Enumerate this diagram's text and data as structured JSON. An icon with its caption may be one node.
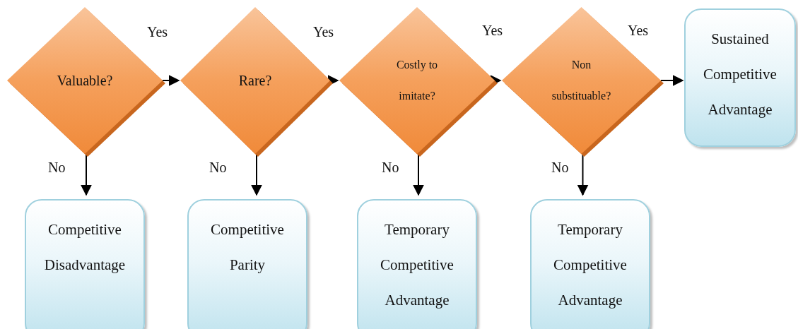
{
  "diagram": {
    "nodes": [
      {
        "text": [
          "Valuable?"
        ]
      },
      {
        "text": [
          "Rare?"
        ]
      },
      {
        "text": [
          "Costly to imitate?"
        ]
      },
      {
        "text": [
          "Non substituable?"
        ]
      },
      {
        "text": [
          "Sustained Competitive Advantage"
        ]
      },
      {
        "text": [
          "Competitive Disadvantage"
        ]
      },
      {
        "text": [
          "Competitive Parity"
        ]
      },
      {
        "text": [
          "Temporary Competitive Advantage"
        ]
      },
      {
        "text": [
          "Temporary Competitive Advantage"
        ]
      }
    ],
    "edges": [
      {
        "from": 0,
        "to": 1,
        "arrow": "to",
        "label": "Yes"
      },
      {
        "from": 1,
        "to": 2,
        "arrow": "to",
        "label": "Yes"
      },
      {
        "from": 2,
        "to": 3,
        "arrow": "to",
        "label": "Yes"
      },
      {
        "from": 3,
        "to": 4,
        "arrow": "to",
        "label": "Yes"
      },
      {
        "from": 0,
        "to": 5,
        "arrow": "to",
        "label": "No"
      },
      {
        "from": 1,
        "to": 6,
        "arrow": "to",
        "label": "No"
      },
      {
        "from": 2,
        "to": 7,
        "arrow": "to",
        "label": "No"
      },
      {
        "from": 3,
        "to": 8,
        "arrow": "to",
        "label": "No"
      }
    ]
  }
}
